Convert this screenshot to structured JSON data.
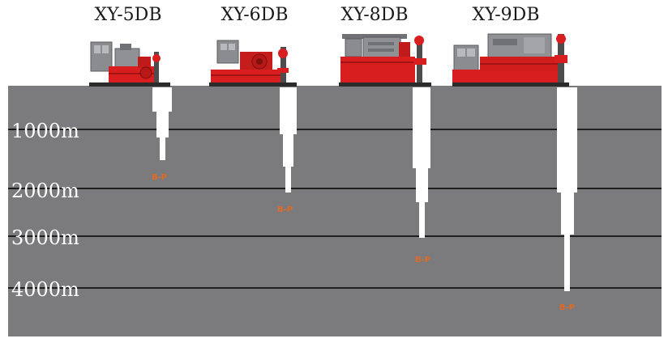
{
  "depth_markers": [
    {
      "label": "1000m",
      "depth_m": 1000
    },
    {
      "label": "2000m",
      "depth_m": 2000
    },
    {
      "label": "3000m",
      "depth_m": 3000
    },
    {
      "label": "4000m",
      "depth_m": 4000
    }
  ],
  "rigs": [
    {
      "model": "XY-5DB",
      "bit_label": "B-P"
    },
    {
      "model": "XY-6DB",
      "bit_label": "B-P"
    },
    {
      "model": "XY-8DB",
      "bit_label": "B-P"
    },
    {
      "model": "XY-9DB",
      "bit_label": "B-P"
    }
  ],
  "colors": {
    "ground": "#7b7b7d",
    "depth_line": "#1e1e1e",
    "borehole": "#ffffff",
    "rig_body": "#d81e1e",
    "rig_engine": "#8a8c8f",
    "bit_marker": "#e06a25"
  }
}
